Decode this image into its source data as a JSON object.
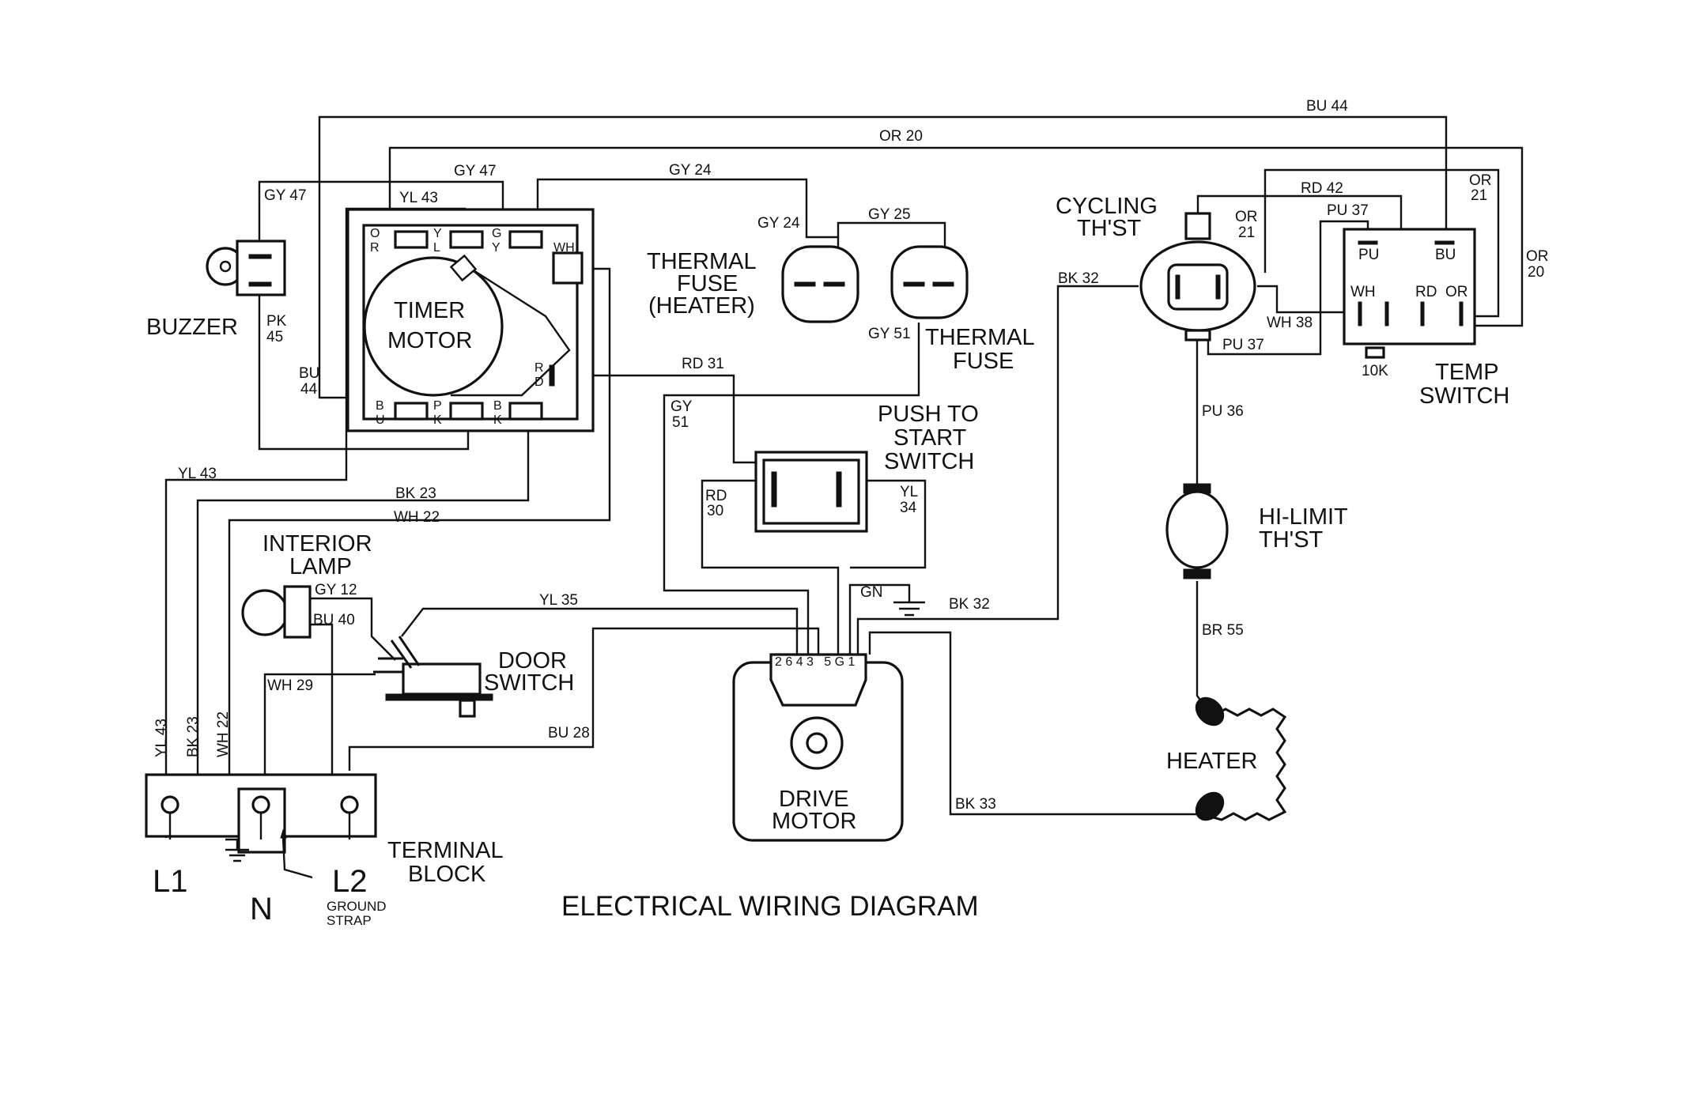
{
  "diagram": {
    "title": "ELECTRICAL WIRING DIAGRAM",
    "components": {
      "buzzer": "BUZZER",
      "timer_motor": [
        "TIMER",
        "MOTOR"
      ],
      "thermal_fuse_heater": [
        "THERMAL",
        "FUSE",
        "(HEATER)"
      ],
      "thermal_fuse": [
        "THERMAL",
        "FUSE"
      ],
      "cycling_thst": [
        "CYCLING",
        "TH'ST"
      ],
      "temp_switch": [
        "TEMP",
        "SWITCH"
      ],
      "push_to_start": [
        "PUSH TO",
        "START",
        "SWITCH"
      ],
      "hi_limit": [
        "HI-LIMIT",
        "TH'ST"
      ],
      "interior_lamp": [
        "INTERIOR",
        "LAMP"
      ],
      "door_switch": [
        "DOOR",
        "SWITCH"
      ],
      "drive_motor": [
        "DRIVE",
        "MOTOR"
      ],
      "heater": "HEATER",
      "terminal_block": [
        "TERMINAL",
        "BLOCK"
      ],
      "ground_strap": [
        "GROUND",
        "STRAP"
      ]
    },
    "terminals": {
      "l1": "L1",
      "n": "N",
      "l2": "L2"
    },
    "timer_pins": {
      "or": [
        "O",
        "R"
      ],
      "yl": [
        "Y",
        "L"
      ],
      "gy": [
        "G",
        "Y"
      ],
      "wh": "WH",
      "rd": [
        "R",
        "D"
      ],
      "bu": [
        "B",
        "U"
      ],
      "pk": [
        "P",
        "K"
      ],
      "bk": [
        "B",
        "K"
      ]
    },
    "temp_switch_pins": {
      "pu": "PU",
      "bu": "BU",
      "wh": "WH",
      "rd": "RD",
      "or": "OR",
      "resistor": "10K"
    },
    "drive_motor_pins": "2 6 4 3   5 G 1",
    "wires": {
      "bu44_top": "BU 44",
      "or20_top": "OR 20",
      "gy47_top": "GY 47",
      "gy24_top": "GY 24",
      "gy47_left": "GY 47",
      "yl43_top": "YL 43",
      "pk45": [
        "PK",
        "45"
      ],
      "bu44_left": [
        "BU",
        "44"
      ],
      "gy24_fuse": "GY 24",
      "gy25": "GY 25",
      "gy51_fuse": "GY 51",
      "rd31": "RD 31",
      "gy51_side": [
        "GY",
        "51"
      ],
      "rd30": [
        "RD",
        "30"
      ],
      "yl34": [
        "YL",
        "34"
      ],
      "gn": "GN",
      "bk32_motor": "BK 32",
      "bk32_top": "BK 32",
      "rd42": "RD 42",
      "pu37_top": "PU 37",
      "or21_a": [
        "OR",
        "21"
      ],
      "or21_b": [
        "OR",
        "21"
      ],
      "or20_right": [
        "OR",
        "20"
      ],
      "wh38": "WH 38",
      "pu37_low": "PU 37",
      "pu36": "PU 36",
      "br55": "BR 55",
      "bk33": "BK 33",
      "yl43_left": "YL 43",
      "bk23": "BK 23",
      "wh22": "WH 22",
      "gy12": "GY 12",
      "bu40": "BU 40",
      "yl35": "YL 35",
      "wh29": "WH 29",
      "bu28": "BU 28",
      "yl43_v": "YL 43",
      "bk23_v": "BK 23",
      "wh22_v": "WH 22"
    }
  }
}
